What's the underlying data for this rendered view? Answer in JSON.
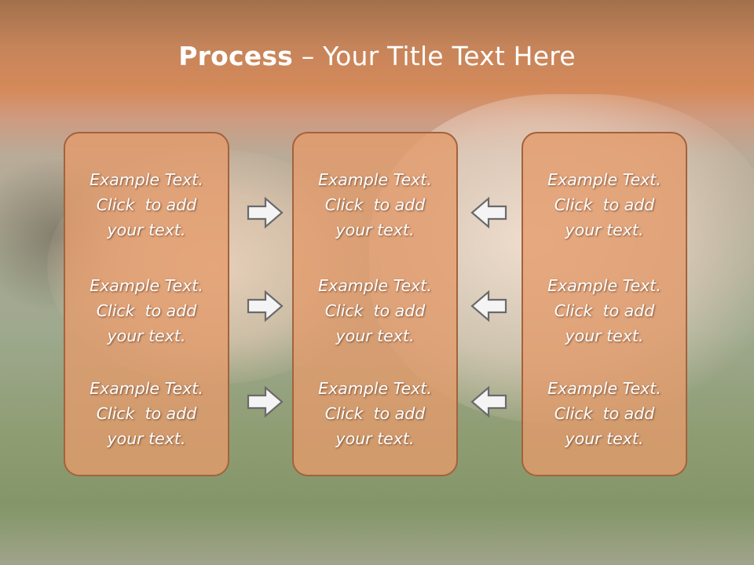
{
  "slide": {
    "title_bold": "Process",
    "title_rest": " – Your Title Text Here"
  },
  "columns": [
    {
      "items": [
        {
          "line1": "Example Text.",
          "line2": "Click  to add",
          "line3": "your text."
        },
        {
          "line1": "Example Text.",
          "line2": "Click  to add",
          "line3": "your text."
        },
        {
          "line1": "Example Text.",
          "line2": "Click  to add",
          "line3": "your text."
        }
      ]
    },
    {
      "items": [
        {
          "line1": "Example Text.",
          "line2": "Click  to add",
          "line3": "your text."
        },
        {
          "line1": "Example Text.",
          "line2": "Click  to add",
          "line3": "your text."
        },
        {
          "line1": "Example Text.",
          "line2": "Click  to add",
          "line3": "your text."
        }
      ]
    },
    {
      "items": [
        {
          "line1": "Example Text.",
          "line2": "Click  to add",
          "line3": "your text."
        },
        {
          "line1": "Example Text.",
          "line2": "Click  to add",
          "line3": "your text."
        },
        {
          "line1": "Example Text.",
          "line2": "Click  to add",
          "line3": "your text."
        }
      ]
    }
  ],
  "arrows": {
    "left_group": [
      "right-arrow-icon",
      "right-arrow-icon",
      "right-arrow-icon"
    ],
    "right_group": [
      "left-arrow-icon",
      "left-arrow-icon",
      "left-arrow-icon"
    ]
  },
  "colors": {
    "header": "#d58a5a",
    "box_fill": "#e39b6c",
    "box_border": "#a3623c",
    "text": "#ffffff",
    "arrow_fill": "#f4f4f4",
    "arrow_stroke": "#6a6a6a"
  }
}
